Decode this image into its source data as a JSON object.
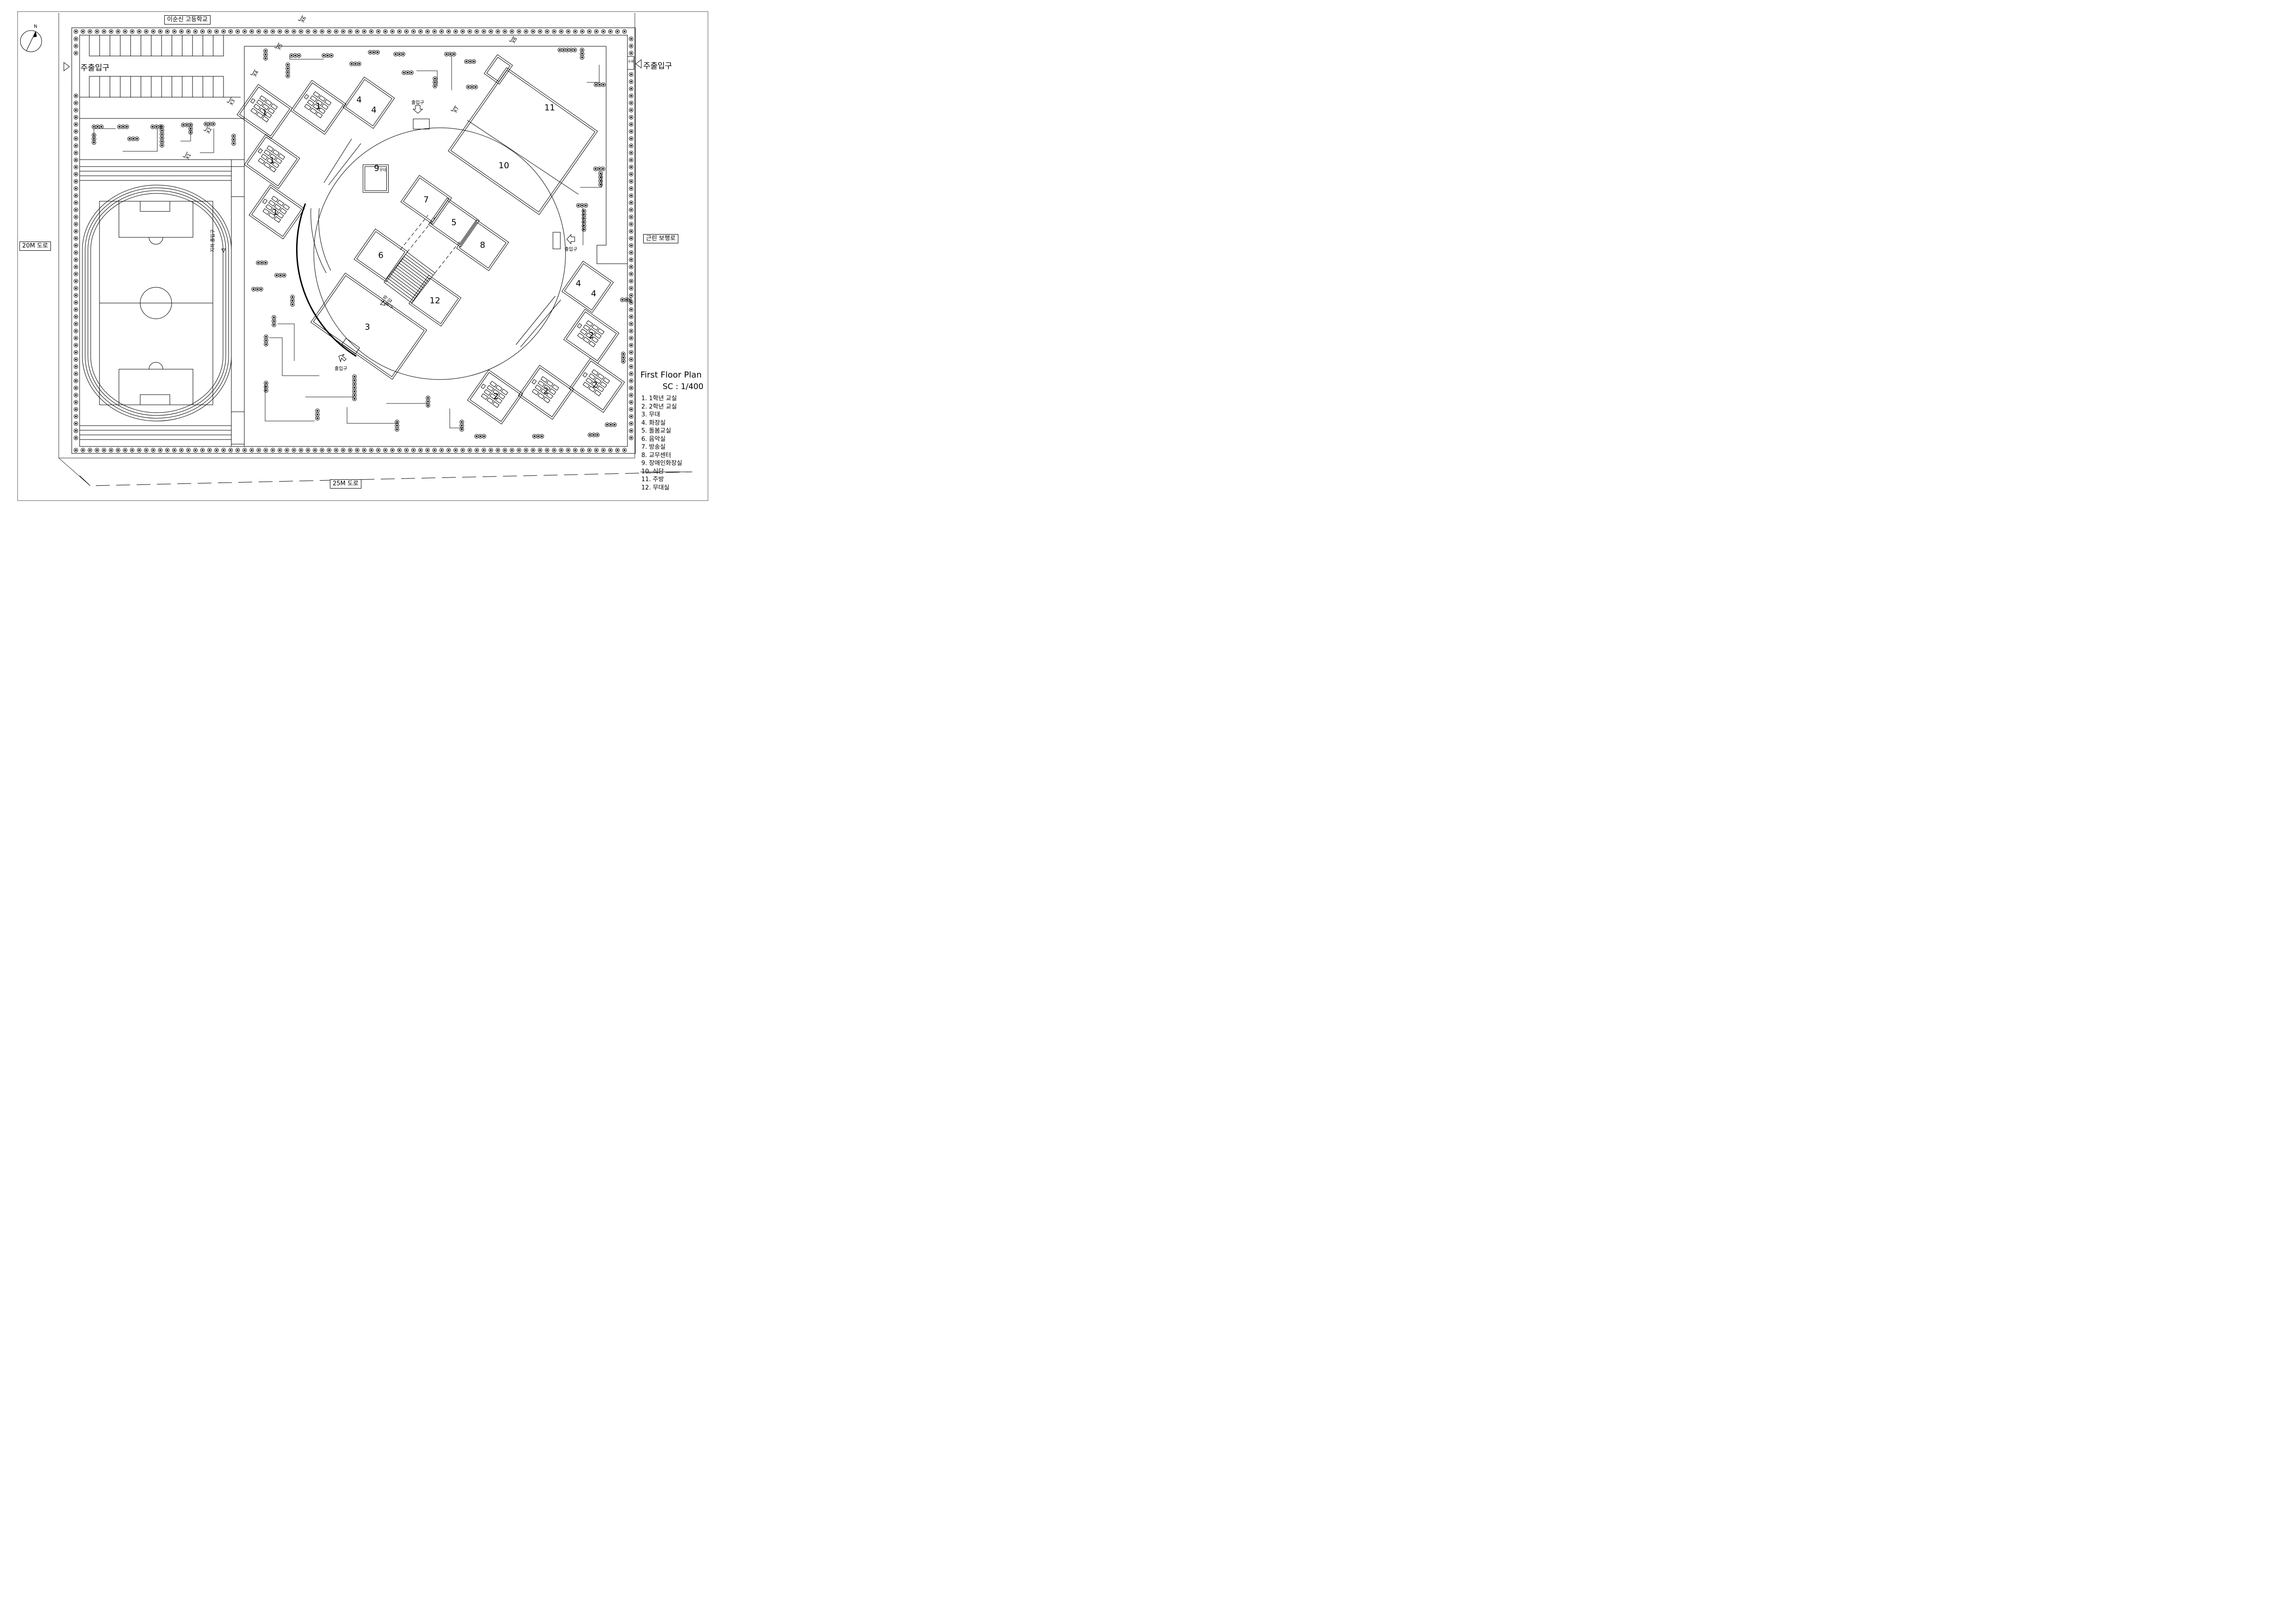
{
  "site": {
    "north": "N",
    "top_neighbor": "이순신 고등학교",
    "left_road": "20M 도로",
    "bottom_road": "25M 도로",
    "right_path": "근린 보행로",
    "main_entrance_left": "주출입구",
    "main_entrance_right": "주출입구",
    "guard_label": "수위"
  },
  "plan": {
    "title": "First Floor Plan",
    "scale": "SC : 1/400",
    "entrance_label": "출입구",
    "underground_entrance_label": "지하 출입구",
    "stage_mark": "무대"
  },
  "x_marks": [
    "X1",
    "X2",
    "X3",
    "X4",
    "X5",
    "X6",
    "X7",
    "X8"
  ],
  "room_numbers": {
    "r1": "1",
    "r2": "2",
    "r3": "3",
    "r4": "4",
    "r5": "5",
    "r6": "6",
    "r7": "7",
    "r8": "8",
    "r9": "9",
    "r10": "10",
    "r11": "11",
    "r12": "12"
  },
  "legend": [
    "1. 1학년 교실",
    "2. 2학년 교실",
    "3. 무대",
    "4. 화장실",
    "5. 돌봄교실",
    "6. 음악실",
    "7. 방송실",
    "8. 교무센터",
    "9. 장애인화장실",
    "10. 식당",
    "11. 주방",
    "12. 무대실"
  ]
}
